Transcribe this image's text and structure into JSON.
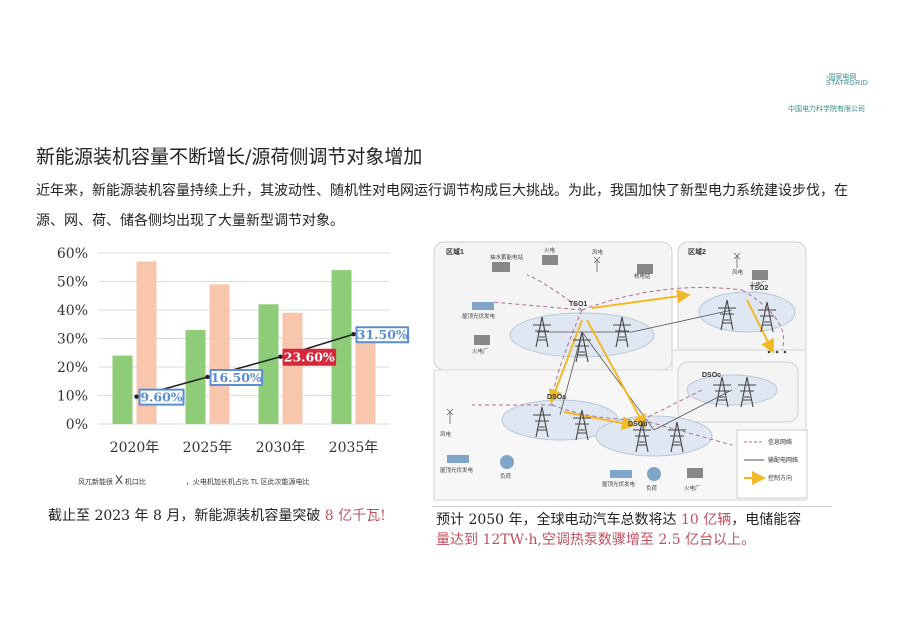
{
  "header": {
    "logo_line1": "›国家电网",
    "logo_line2": "STATRGRID",
    "company": "中国电力科学院有限公司"
  },
  "slide": {
    "title": "新能源装机容量不断增长/源荷侧调节对象增加",
    "intro": "近年来，新能源装机容量持续上升，其波动性、随机性对电网运行调节构成巨大挑战。为此，我国加快了新型电力系统建设步伐，在源、网、荷、储各侧均出现了大量新型调节对象。"
  },
  "chart_data": {
    "type": "bar",
    "categories": [
      "2020年",
      "2025年",
      "2030年",
      "2035年"
    ],
    "series": [
      {
        "values": [
          24,
          33,
          42,
          54
        ],
        "color": "#8fcc78"
      },
      {
        "values": [
          57,
          49,
          39,
          31
        ],
        "color": "#f8c6ad"
      }
    ],
    "line": {
      "values": [
        9.6,
        16.5,
        23.6,
        31.5
      ],
      "labels": [
        "9.60%",
        "16.50%",
        "23.60%",
        "31.50%"
      ],
      "highlight_index": 2
    },
    "yticks": [
      "0%",
      "10%",
      "20%",
      "30%",
      "40%",
      "50%",
      "60%"
    ],
    "ylim": [
      0,
      60
    ],
    "grid": true
  },
  "legend": {
    "text_a": "风兀新能很",
    "text_big": "X",
    "text_b": "机口比",
    "text_c": "，火电机加长机占比 TL 区此次能源电比"
  },
  "caption_left": {
    "pre": "截止至 2023 年 8 月，新能源装机容量突破 ",
    "highlight": "8 亿千瓦!"
  },
  "caption_right": {
    "pre": "预计 2050 年，全球电动汽车总数将达 ",
    "hl1": "10 亿辆",
    "mid": "，电储能容",
    "hl2": "量达到 12TW·h,空调热泵数骤增至 2.5 亿台以上。"
  },
  "diagram": {
    "region1": "区域1",
    "region2": "区域2",
    "tso1": "TSO1",
    "tso2": "TSO2",
    "dsoa": "DSOa",
    "dsob": "DSOb",
    "dsoc": "DSOc",
    "labels": {
      "hydro": "抽水蓄能电站",
      "fire1": "火电",
      "wind1": "风电",
      "nuclear": "核电站",
      "pv1": "屋顶光伏发电",
      "fire2": "火电厂",
      "wind2": "风电",
      "fire3": "火电厂",
      "wind3": "风电",
      "pv2": "屋顶光伏发电",
      "load1": "负荷",
      "pv3": "屋顶光伏发电",
      "load2": "负荷",
      "fire4": "火电厂"
    },
    "legend": [
      "信息网络",
      "输配电网络",
      "控制方向"
    ]
  }
}
